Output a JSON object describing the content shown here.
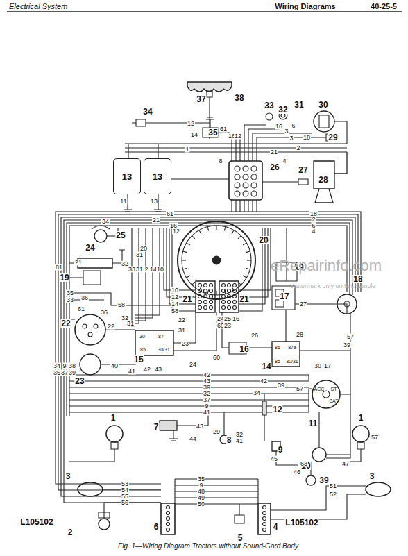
{
  "diagram": {
    "title": "Electrical System",
    "caption": "Fig. 1—Wiring Diagram Tractors without Sound-Gard Body",
    "nodes": [
      {
        "text": [
          "13"
        ]
      },
      {
        "text": [
          "13"
        ]
      }
    ],
    "labels": [
      "Wiring Diagrams",
      "40-25-5",
      "37",
      "38",
      "34",
      "33",
      "32",
      "31",
      "30",
      "35",
      "29",
      "36",
      "26",
      "27",
      "28",
      "25",
      "24",
      "20",
      "19",
      "19",
      "21",
      "21",
      "18",
      "17",
      "22",
      "15",
      "16",
      "14",
      "23",
      "12",
      "11",
      "7",
      "1",
      "1",
      "8",
      "9",
      "10",
      "39",
      "3",
      "3",
      "2",
      "6",
      "5",
      "4",
      "L105102",
      "L105102",
      "12",
      "14",
      "61",
      "16",
      "12",
      "16",
      "3",
      "6",
      "18",
      "3",
      "2",
      "1",
      "21",
      "8",
      "4",
      "8",
      "11",
      "13",
      "61",
      "34",
      "21",
      "16",
      "12",
      "18",
      "2",
      "6",
      "4",
      "20",
      "31",
      "21",
      "32",
      "33",
      "31",
      "2",
      "14",
      "10",
      "81",
      "35",
      "33",
      "36",
      "58",
      "61",
      "36",
      "22",
      "32",
      "31",
      "40",
      "41",
      "42",
      "43",
      "34",
      "9",
      "38",
      "35",
      "37",
      "39",
      "10",
      "12",
      "14",
      "58",
      "22",
      "24",
      "25",
      "60",
      "23",
      "16",
      "31",
      "23",
      "24",
      "60",
      "27",
      "26",
      "28",
      "30",
      "17",
      "39",
      "57",
      "42",
      "39",
      "57",
      "42",
      "43",
      "39",
      "32",
      "37",
      "9",
      "41",
      "34",
      "32",
      "41",
      "43",
      "44",
      "29",
      "45",
      "46",
      "47",
      "63",
      "57",
      "35",
      "9",
      "48",
      "49",
      "50",
      "53",
      "54",
      "55",
      "56",
      "51",
      "52",
      "30",
      "87",
      "85",
      "30/31",
      "86",
      "87a",
      "85",
      "30/31",
      "ACC",
      "ST",
      "BAT",
      "eRepairinfo.com",
      "Watermark only on this sample"
    ]
  }
}
